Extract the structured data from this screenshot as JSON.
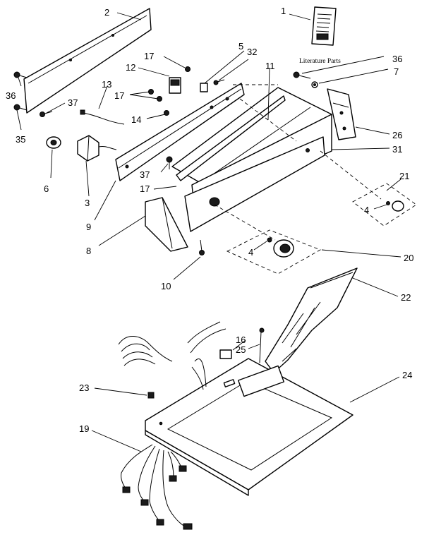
{
  "diagram": {
    "literature_caption": "Literature Parts",
    "callouts": [
      {
        "id": "c1",
        "label": "1"
      },
      {
        "id": "c2",
        "label": "2"
      },
      {
        "id": "c3",
        "label": "3"
      },
      {
        "id": "c4a",
        "label": "4"
      },
      {
        "id": "c4b",
        "label": "4"
      },
      {
        "id": "c5",
        "label": "5"
      },
      {
        "id": "c6",
        "label": "6"
      },
      {
        "id": "c7",
        "label": "7"
      },
      {
        "id": "c8",
        "label": "8"
      },
      {
        "id": "c9",
        "label": "9"
      },
      {
        "id": "c10",
        "label": "10"
      },
      {
        "id": "c11",
        "label": "11"
      },
      {
        "id": "c12",
        "label": "12"
      },
      {
        "id": "c13",
        "label": "13"
      },
      {
        "id": "c14",
        "label": "14"
      },
      {
        "id": "c16",
        "label": "16"
      },
      {
        "id": "c17a",
        "label": "17"
      },
      {
        "id": "c17b",
        "label": "17"
      },
      {
        "id": "c17c",
        "label": "17"
      },
      {
        "id": "c19",
        "label": "19"
      },
      {
        "id": "c20",
        "label": "20"
      },
      {
        "id": "c21",
        "label": "21"
      },
      {
        "id": "c22",
        "label": "22"
      },
      {
        "id": "c23",
        "label": "23"
      },
      {
        "id": "c24",
        "label": "24"
      },
      {
        "id": "c25",
        "label": "25"
      },
      {
        "id": "c26",
        "label": "26"
      },
      {
        "id": "c31",
        "label": "31"
      },
      {
        "id": "c32",
        "label": "32"
      },
      {
        "id": "c35",
        "label": "35"
      },
      {
        "id": "c36a",
        "label": "36"
      },
      {
        "id": "c36b",
        "label": "36"
      },
      {
        "id": "c37a",
        "label": "37"
      },
      {
        "id": "c37b",
        "label": "37"
      }
    ]
  }
}
